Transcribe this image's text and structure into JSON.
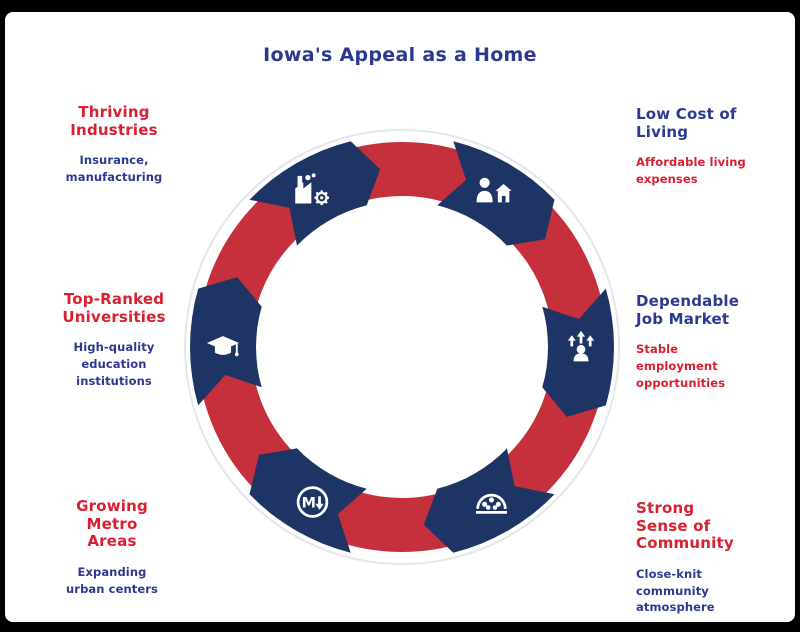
{
  "title": "Iowa's Appeal as a Home",
  "colors": {
    "red": "#C5303C",
    "navy": "#1E3464",
    "blue_text": "#2B3990",
    "red_text": "#D91F30",
    "background": "#FFFFFF",
    "frame": "#000000",
    "outline": "#E3E6EC"
  },
  "chart_data": {
    "type": "cycle-diagram",
    "title": "Iowa's Appeal as a Home",
    "segment_count": 6,
    "segments": [
      {
        "position": "top-left",
        "angle": 330,
        "icon": "industry-icon",
        "heading": "Thriving Industries",
        "heading_color": "red_text",
        "description": "Insurance, manufacturing",
        "description_color": "blue_text"
      },
      {
        "position": "top-right",
        "angle": 30,
        "icon": "resident-icon",
        "heading": "Low Cost of Living",
        "heading_color": "blue_text",
        "description": "Affordable living expenses",
        "description_color": "red_text"
      },
      {
        "position": "middle-right",
        "angle": 90,
        "icon": "job-market-icon",
        "heading": "Dependable Job Market",
        "heading_color": "blue_text",
        "description": "Stable employment opportunities",
        "description_color": "red_text"
      },
      {
        "position": "bottom-right",
        "angle": 150,
        "icon": "community-icon",
        "heading": "Strong Sense of Community",
        "heading_color": "red_text",
        "description": "Close-knit community atmosphere",
        "description_color": "blue_text"
      },
      {
        "position": "bottom-left",
        "angle": 210,
        "icon": "metro-icon",
        "heading": "Growing Metro Areas",
        "heading_color": "red_text",
        "description": "Expanding urban centers",
        "description_color": "blue_text"
      },
      {
        "position": "middle-left",
        "angle": 270,
        "icon": "graduation-icon",
        "heading": "Top-Ranked Universities",
        "heading_color": "red_text",
        "description": "High-quality education institutions",
        "description_color": "blue_text"
      }
    ]
  }
}
